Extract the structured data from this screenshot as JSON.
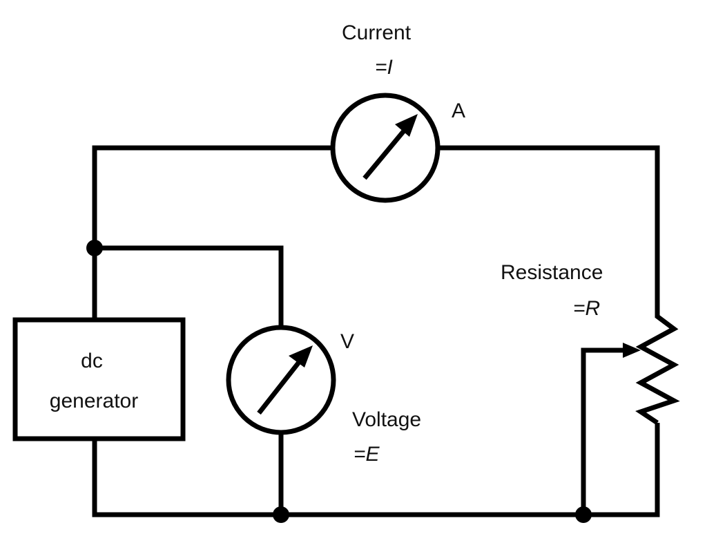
{
  "generator": {
    "line1": "dc",
    "line2": "generator"
  },
  "ammeter": {
    "symbol": "A",
    "label": "Current",
    "equation": "=I"
  },
  "voltmeter": {
    "symbol": "V",
    "label": "Voltage",
    "equation": "=E"
  },
  "resistor": {
    "label": "Resistance",
    "equation": "=R"
  },
  "colors": {
    "stroke": "#000000",
    "background": "#ffffff",
    "text": "#111111"
  }
}
